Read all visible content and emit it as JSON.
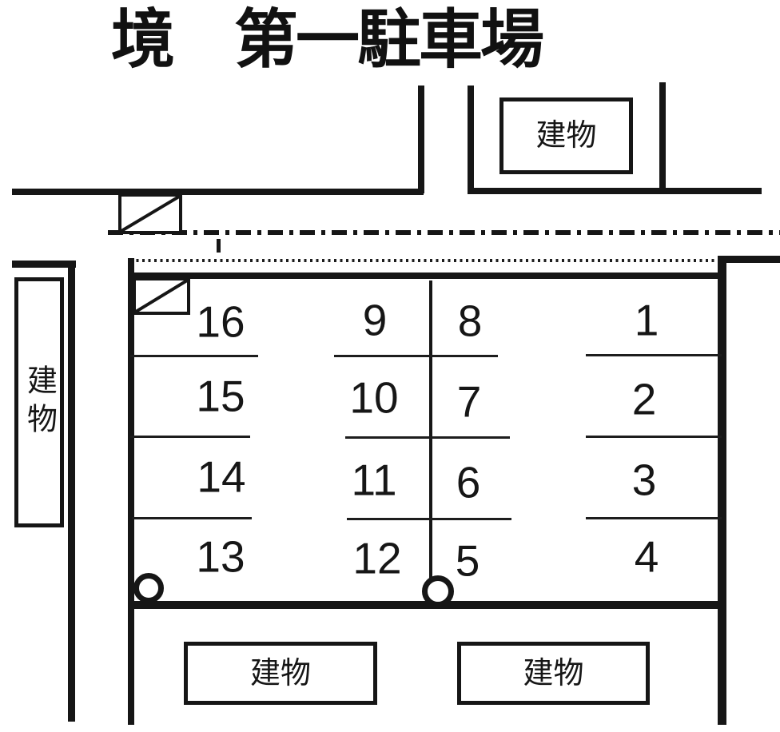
{
  "title": "境　第一駐車場",
  "colors": {
    "ink": "#161616",
    "paper": "#ffffff"
  },
  "buildings": {
    "top": {
      "label": "建物"
    },
    "left": {
      "label": "建物"
    },
    "bottom_left": {
      "label": "建物"
    },
    "bottom_right": {
      "label": "建物"
    }
  },
  "lot": {
    "stalls": [
      "1",
      "2",
      "3",
      "4",
      "5",
      "6",
      "7",
      "8",
      "9",
      "10",
      "11",
      "12",
      "13",
      "14",
      "15",
      "16"
    ]
  },
  "icons": {
    "hatched_marker": "rectangle-with-diagonal",
    "pole_marker": "circle-outline"
  }
}
